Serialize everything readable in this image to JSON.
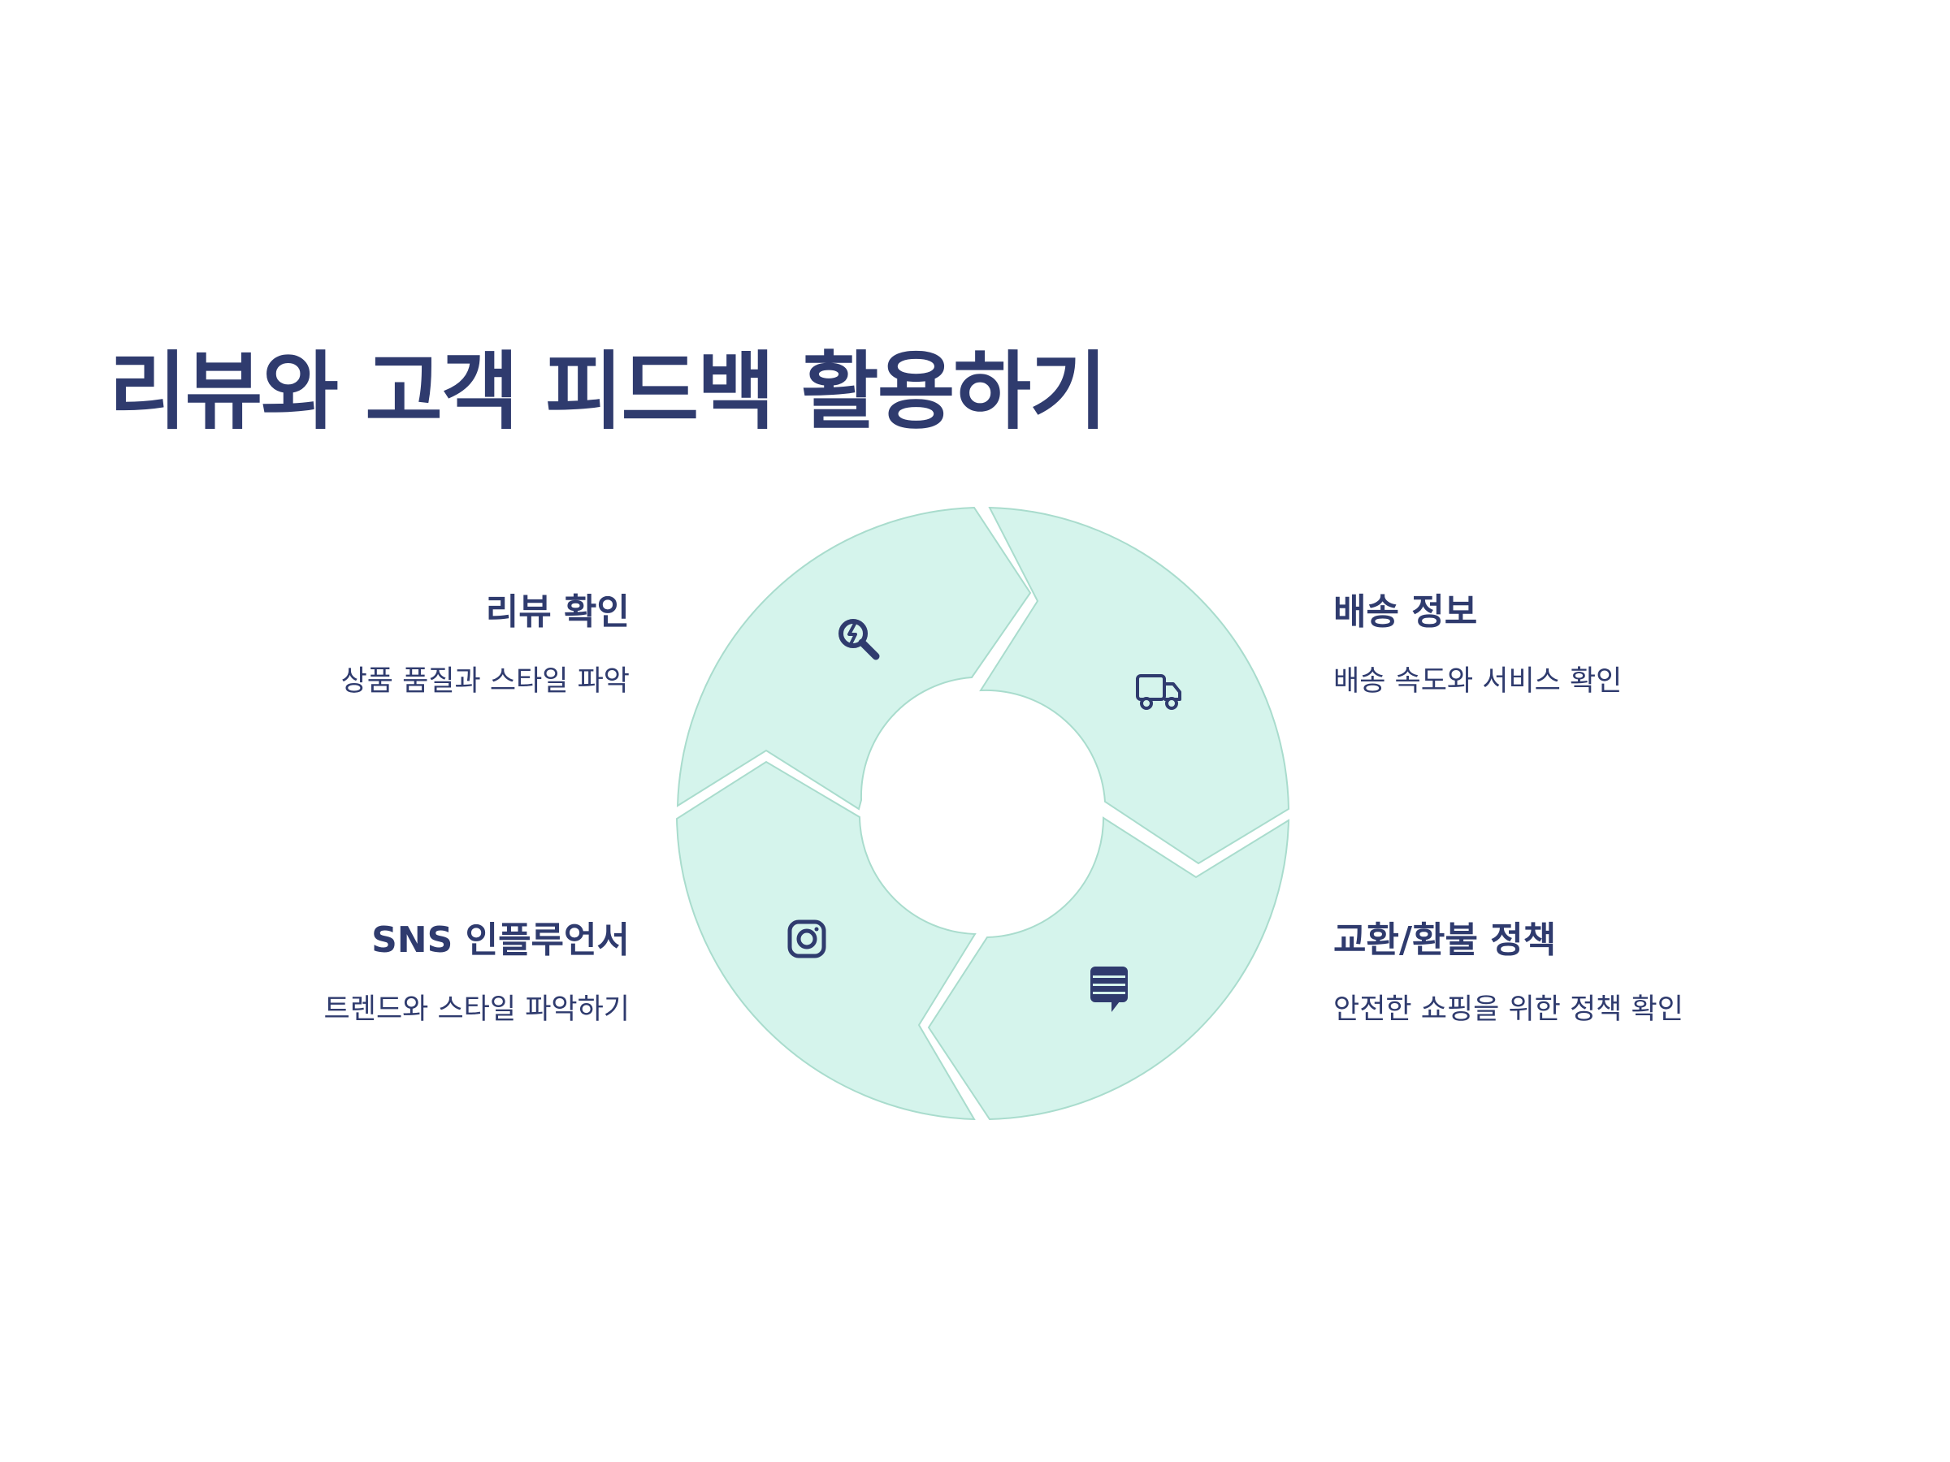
{
  "title": "리뷰와 고객 피드백 활용하기",
  "colors": {
    "text": "#2f3b6e",
    "segment_fill": "#d5f4ec",
    "segment_stroke": "#a9dccd",
    "background": "#ffffff"
  },
  "steps": [
    {
      "label": "리뷰 확인",
      "description": "상품 품질과 스타일 파악",
      "icon": "search-icon"
    },
    {
      "label": "배송 정보",
      "description": "배송 속도와 서비스 확인",
      "icon": "truck-icon"
    },
    {
      "label": "교환/환불 정책",
      "description": "안전한 쇼핑을 위한 정책 확인",
      "icon": "document-chat-icon"
    },
    {
      "label": "SNS 인플루언서",
      "description": "트렌드와 스타일 파악하기",
      "icon": "instagram-icon"
    }
  ]
}
